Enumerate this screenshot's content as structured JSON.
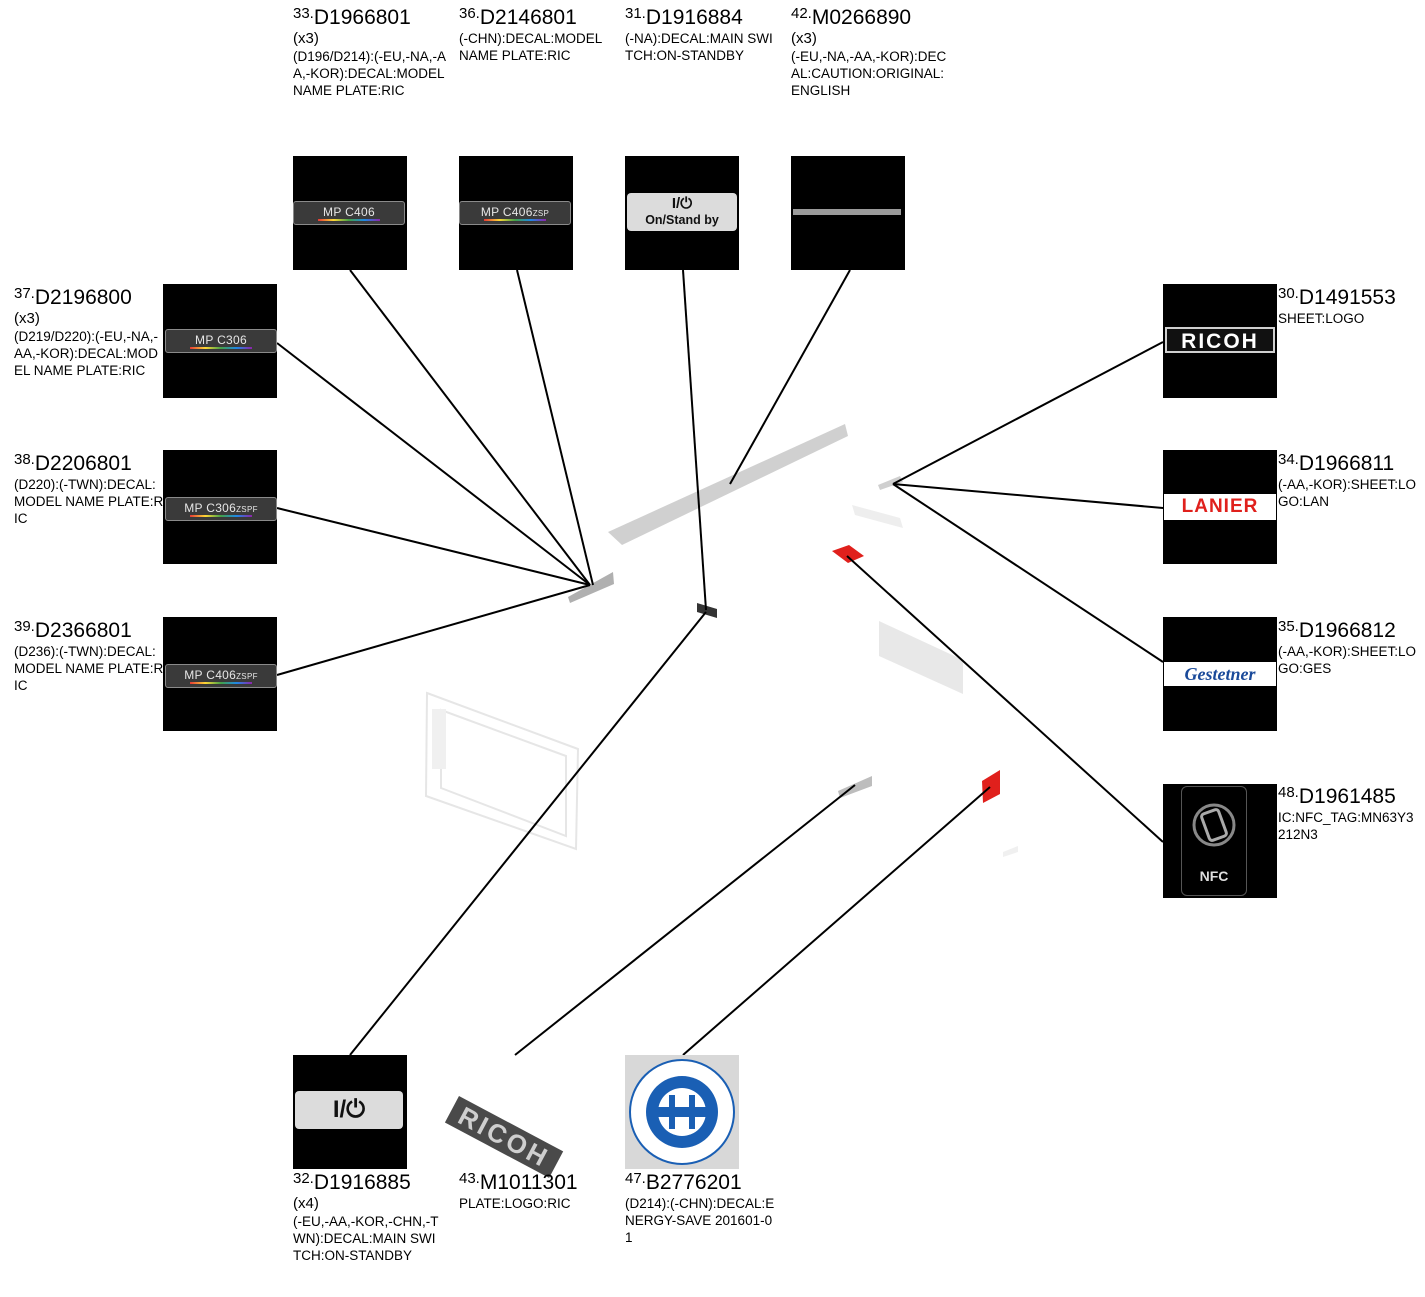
{
  "parts": [
    {
      "id": "p33",
      "num": "33.",
      "code": "D1966801",
      "qty": "(x3)",
      "desc": "(D196/D214):(-EU,-NA,-AA,-KOR):DECAL:MODEL NAME PLATE:RIC",
      "thumb_text": "MP C406",
      "thumb_suffix": ""
    },
    {
      "id": "p36",
      "num": "36.",
      "code": "D2146801",
      "qty": "",
      "desc": "(-CHN):DECAL:MODEL NAME PLATE:RIC",
      "thumb_text": "MP C406",
      "thumb_suffix": "ZSP"
    },
    {
      "id": "p31",
      "num": "31.",
      "code": "D1916884",
      "qty": "",
      "desc": "(-NA):DECAL:MAIN SWITCH:ON-STANDBY",
      "thumb_text": "I/⏻",
      "thumb_sub": "On/Stand by"
    },
    {
      "id": "p42",
      "num": "42.",
      "code": "M0266890",
      "qty": "(x3)",
      "desc": "(-EU,-NA,-AA,-KOR):DECAL:CAUTION:ORIGINAL:ENGLISH"
    },
    {
      "id": "p37",
      "num": "37.",
      "code": "D2196800",
      "qty": "(x3)",
      "desc": "(D219/D220):(-EU,-NA,-AA,-KOR):DECAL:MODEL NAME PLATE:RIC",
      "thumb_text": "MP C306",
      "thumb_suffix": ""
    },
    {
      "id": "p38",
      "num": "38.",
      "code": "D2206801",
      "qty": "",
      "desc": "(D220):(-TWN):DECAL:MODEL NAME PLATE:RIC",
      "thumb_text": "MP C306",
      "thumb_suffix": "ZSPF"
    },
    {
      "id": "p39",
      "num": "39.",
      "code": "D2366801",
      "qty": "",
      "desc": "(D236):(-TWN):DECAL:MODEL NAME PLATE:RIC",
      "thumb_text": "MP C406",
      "thumb_suffix": "ZSPF"
    },
    {
      "id": "p30",
      "num": "30.",
      "code": "D1491553",
      "qty": "",
      "desc": "SHEET:LOGO",
      "thumb_text": "RICOH"
    },
    {
      "id": "p34",
      "num": "34.",
      "code": "D1966811",
      "qty": "",
      "desc": "(-AA,-KOR):SHEET:LOGO:LAN",
      "thumb_text": "LANIER"
    },
    {
      "id": "p35",
      "num": "35.",
      "code": "D1966812",
      "qty": "",
      "desc": "(-AA,-KOR):SHEET:LOGO:GES",
      "thumb_text": "Gestetner"
    },
    {
      "id": "p48",
      "num": "48.",
      "code": "D1961485",
      "qty": "",
      "desc": "IC:NFC_TAG:MN63Y3212N3",
      "thumb_text": "NFC"
    },
    {
      "id": "p32",
      "num": "32.",
      "code": "D1916885",
      "qty": "(x4)",
      "desc": "(-EU,-AA,-KOR,-CHN,-TWN):DECAL:MAIN SWITCH:ON-STANDBY",
      "thumb_text": "I/⏻"
    },
    {
      "id": "p43",
      "num": "43.",
      "code": "M1011301",
      "qty": "",
      "desc": "PLATE:LOGO:RIC",
      "thumb_text": "RICOH"
    },
    {
      "id": "p47",
      "num": "47.",
      "code": "B2776201",
      "qty": "",
      "desc": "(D214):(-CHN):DECAL:ENERGY-SAVE 201601-01"
    }
  ],
  "colors": {
    "highlight_red": "#e0201c",
    "logo_red": "#e0201c",
    "gestetner_blue": "#1a4a9a",
    "energy_blue": "#1a5fb4",
    "part_gray": "#c8c8c8"
  }
}
